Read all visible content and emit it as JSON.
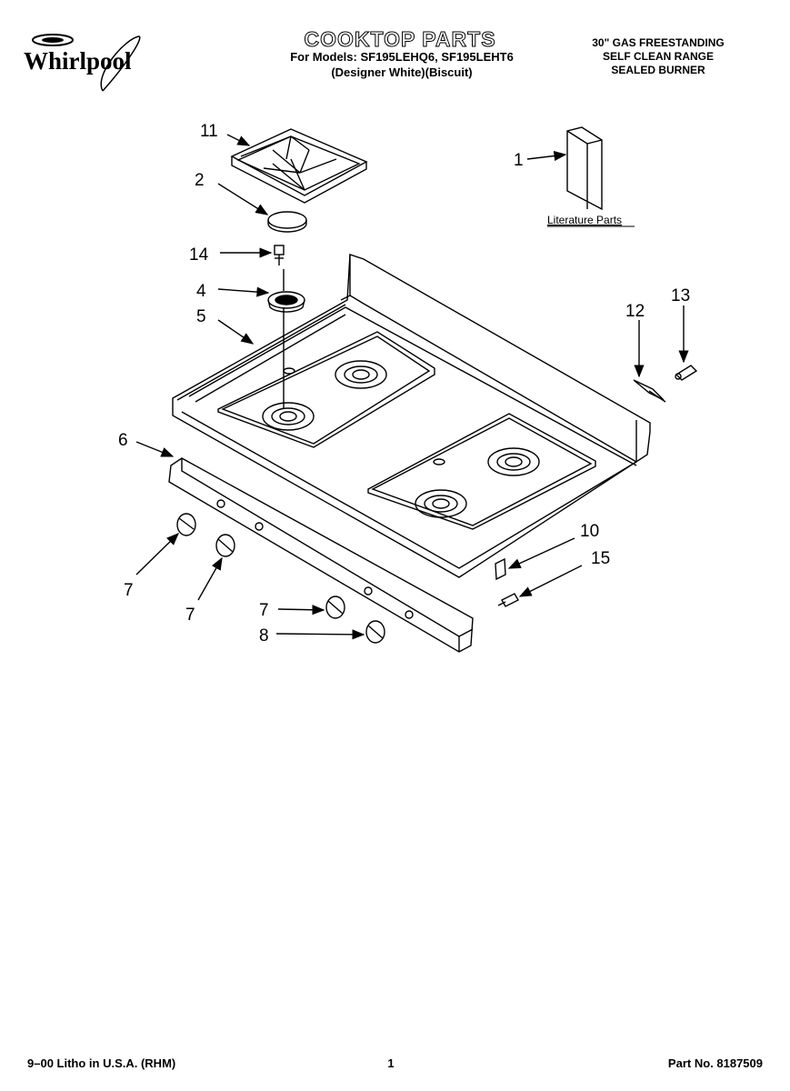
{
  "header": {
    "brand": "Whirlpool",
    "title": "COOKTOP PARTS",
    "models_line": "For Models: SF195LEHQ6, SF195LEHT6",
    "variant_line": "(Designer White)(Biscuit)",
    "description": [
      "30\" GAS FREESTANDING",
      "SELF CLEAN RANGE",
      "SEALED BURNER"
    ]
  },
  "diagram": {
    "literature_label": "Literature Parts",
    "callouts": {
      "grate": "11",
      "burner_cap": "2",
      "screw": "14",
      "burner_base": "4",
      "cooktop": "5",
      "literature": "1",
      "electrode": "12",
      "orifice": "13",
      "control_panel": "6",
      "knob_a": "7",
      "knob_b": "7",
      "knob_c": "7",
      "knob_d": "8",
      "clip": "10",
      "screw_b": "15"
    }
  },
  "footer": {
    "litho": "9–00 Litho in U.S.A. (RHM)",
    "page": "1",
    "part_no": "Part No. 8187509"
  }
}
